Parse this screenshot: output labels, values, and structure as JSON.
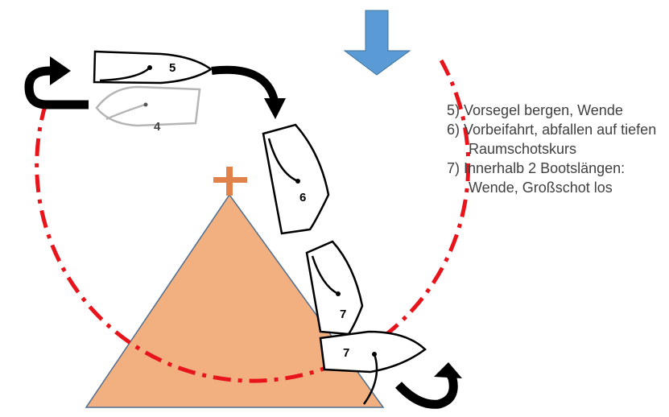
{
  "colors": {
    "course_line": "#e8141c",
    "island_fill": "#f2b080",
    "island_stroke": "#4f6d8f",
    "marker_cross": "#e0824a",
    "wind_arrow": "#5b9bd5",
    "ghost_boat": "#b5b5b5",
    "turn_arrow": "#000000",
    "text": "#404040"
  },
  "icons": {
    "wind": "wind-direction-arrow-icon",
    "turn": "curved-turn-arrow-icon",
    "marker": "cross-marker-icon"
  },
  "boats": [
    {
      "label": "4"
    },
    {
      "label": "5"
    },
    {
      "label": "6"
    },
    {
      "label": "7"
    },
    {
      "label": "7"
    }
  ],
  "steps": [
    {
      "number": "5)",
      "text": "Vorsegel bergen, Wende"
    },
    {
      "number": "6)",
      "text": "Vorbeifahrt, abfallen auf tiefen Raumschotskurs"
    },
    {
      "number": "7)",
      "text": "Innerhalb 2 Bootslängen: Wende, Großschot los"
    }
  ]
}
